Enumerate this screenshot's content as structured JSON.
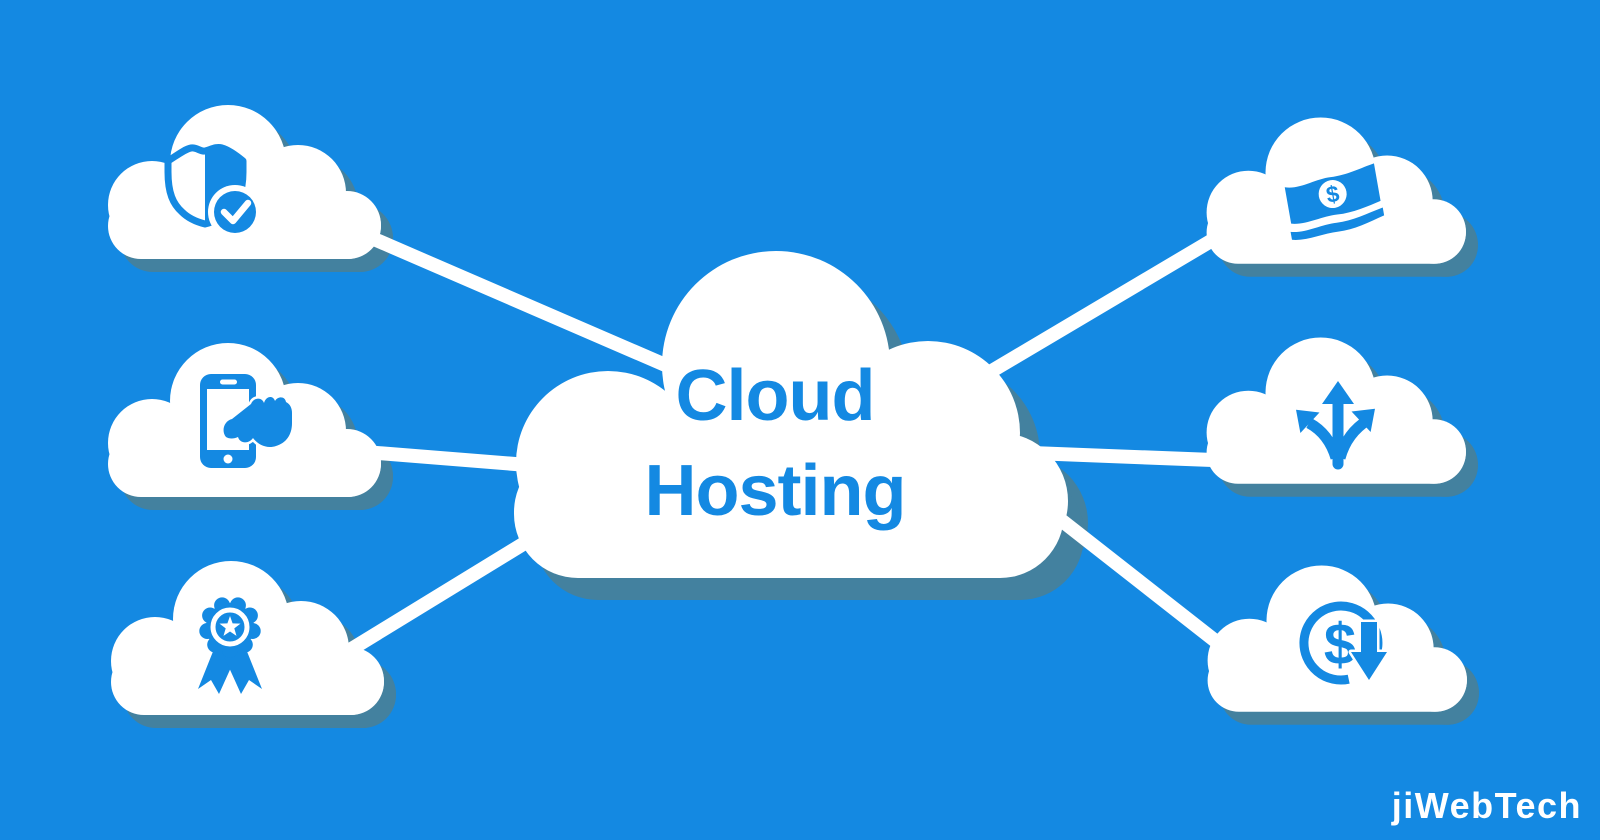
{
  "colors": {
    "background": "#1489E2",
    "accent": "#1489E2",
    "cloud": "#FFFFFF",
    "shadow": "#43819F"
  },
  "center_cloud": {
    "line1": "Cloud",
    "line2": "Hosting"
  },
  "glyphs": {
    "dollar": "$"
  },
  "branding": {
    "logo": "jiWebTech"
  },
  "nodes": [
    {
      "position": "top-left",
      "icon": "shield-check-icon"
    },
    {
      "position": "middle-left",
      "icon": "phone-touch-icon"
    },
    {
      "position": "bottom-left",
      "icon": "award-ribbon-icon"
    },
    {
      "position": "top-right",
      "icon": "money-bill-icon"
    },
    {
      "position": "middle-right",
      "icon": "three-way-arrows-icon"
    },
    {
      "position": "bottom-right",
      "icon": "dollar-decrease-icon"
    }
  ]
}
